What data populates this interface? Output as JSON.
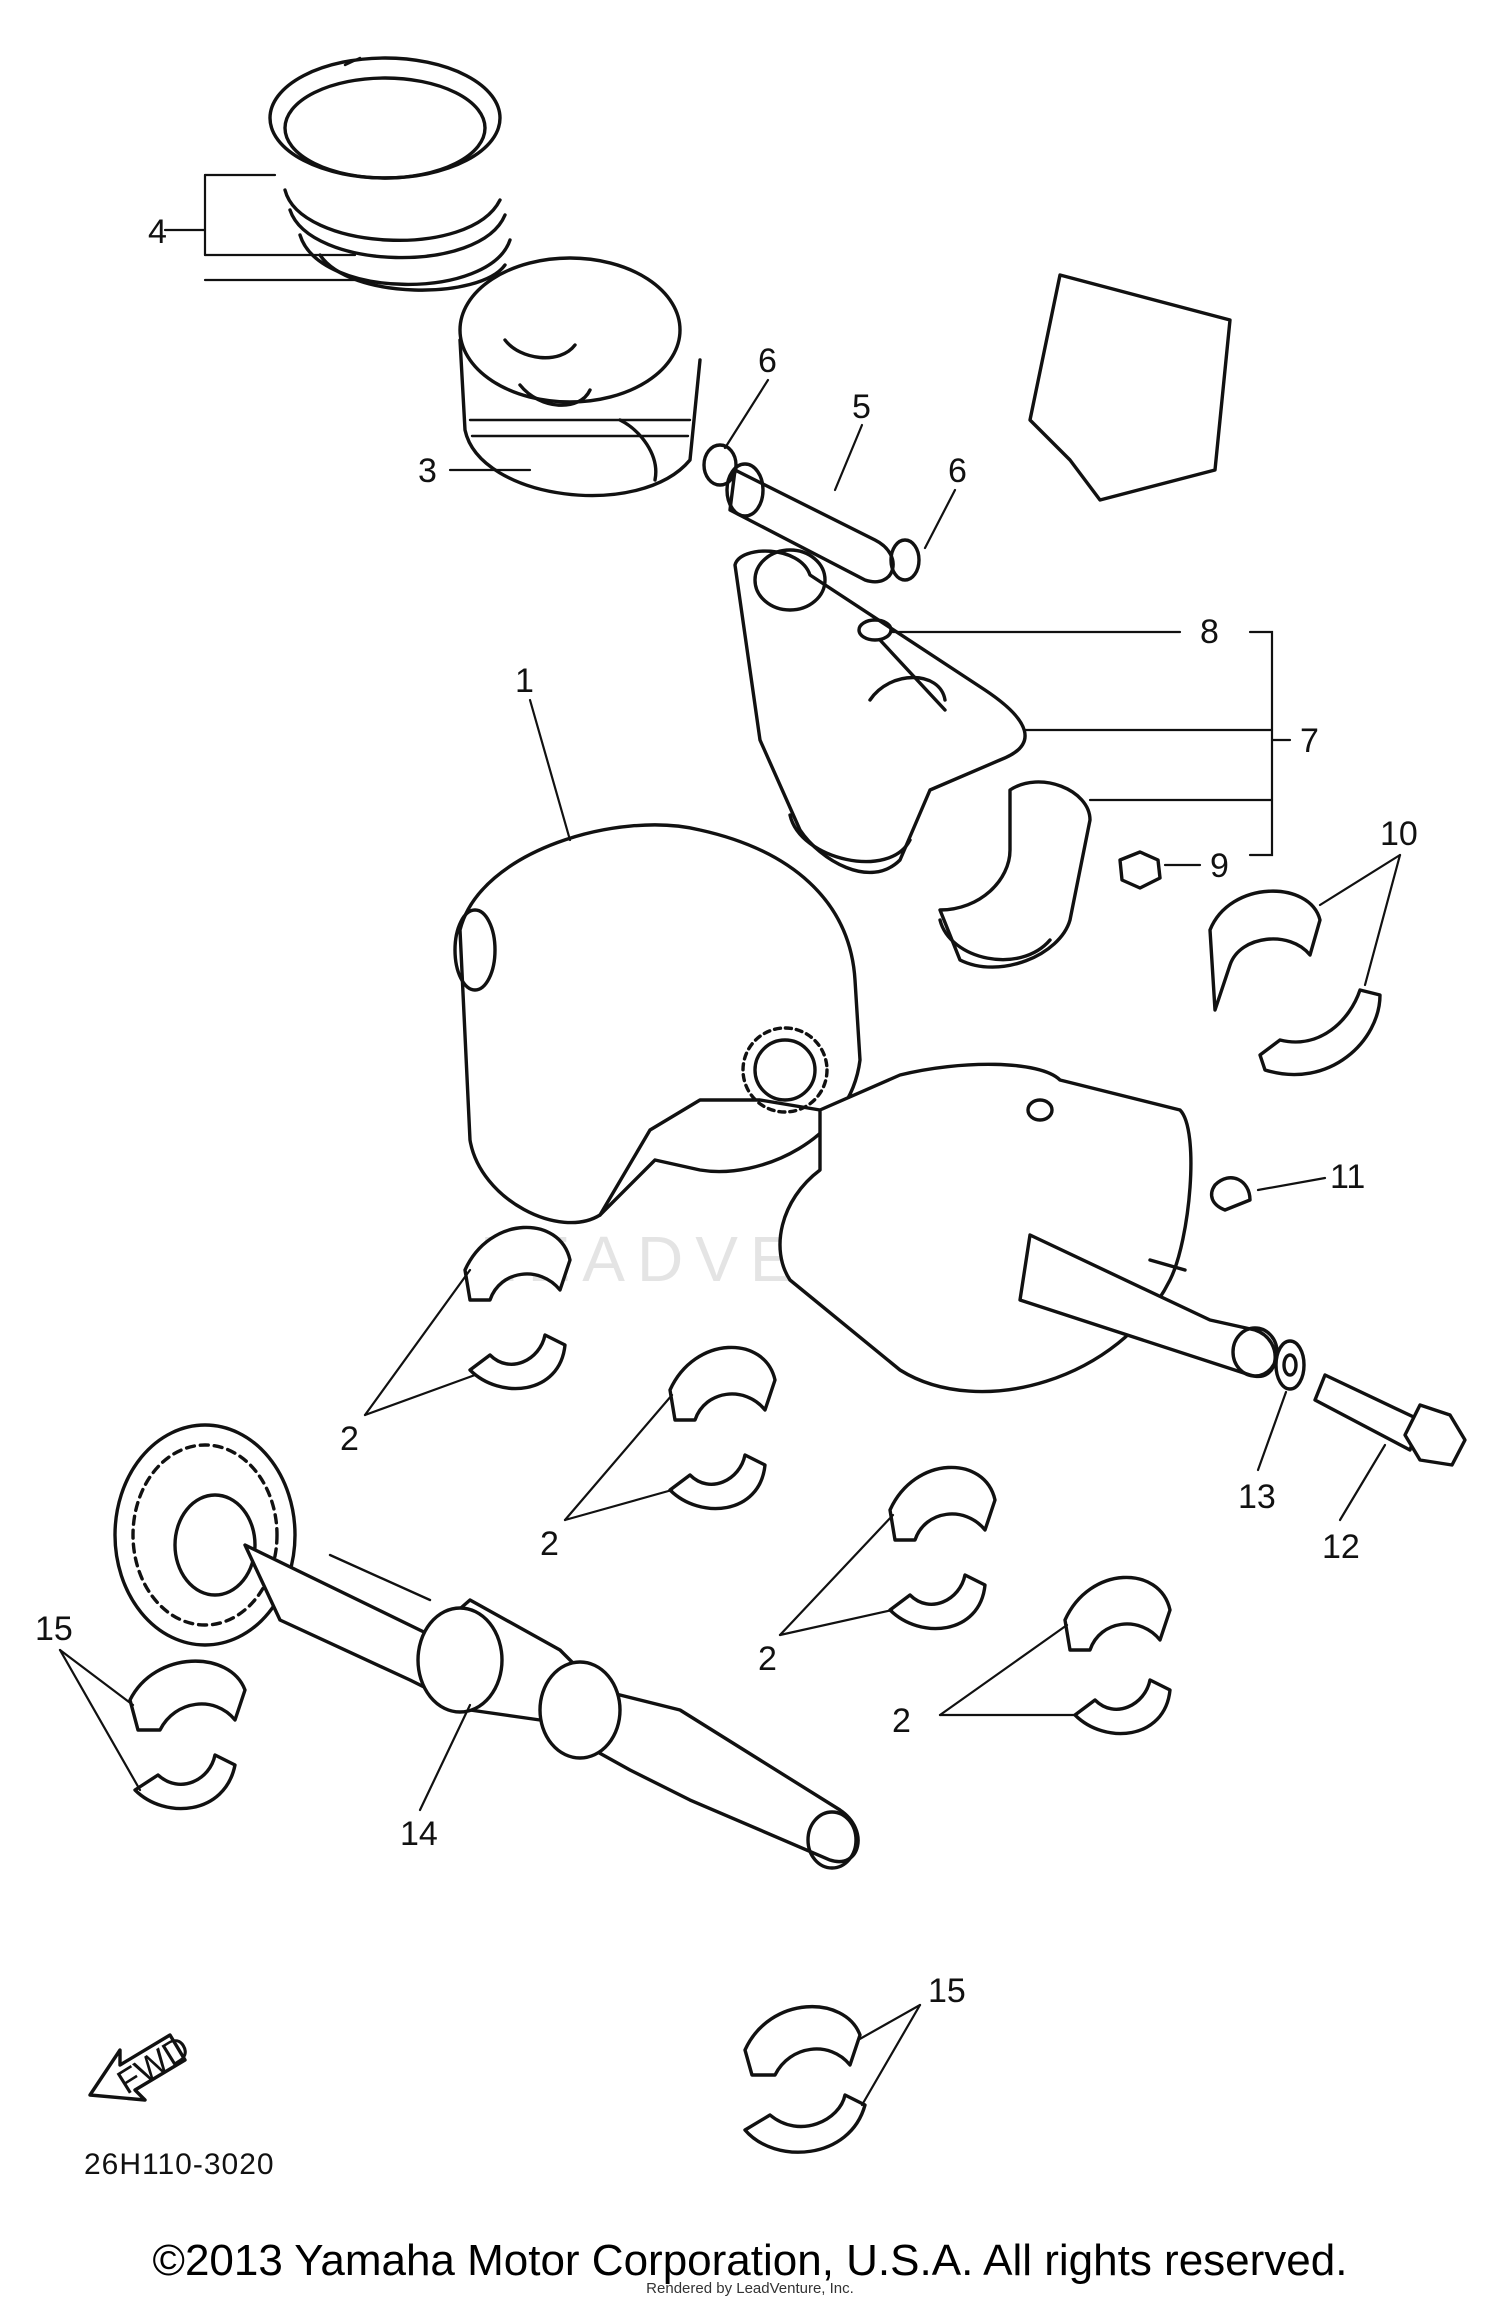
{
  "diagram": {
    "callouts": {
      "c1": "1",
      "c2a": "2",
      "c2b": "2",
      "c2c": "2",
      "c2d": "2",
      "c3": "3",
      "c4": "4",
      "c5": "5",
      "c6a": "6",
      "c6b": "6",
      "c7": "7",
      "c8": "8",
      "c9": "9",
      "c10": "10",
      "c11": "11",
      "c12": "12",
      "c13": "13",
      "c14": "14",
      "c15a": "15",
      "c15b": "15"
    },
    "fwd_label": "FWD",
    "diagram_code": "26H110-3020",
    "watermark": "LEADVENTURE",
    "copyright": "©2013 Yamaha Motor Corporation, U.S.A. All rights reserved.",
    "rendered_by": "Rendered by LeadVenture, Inc."
  }
}
